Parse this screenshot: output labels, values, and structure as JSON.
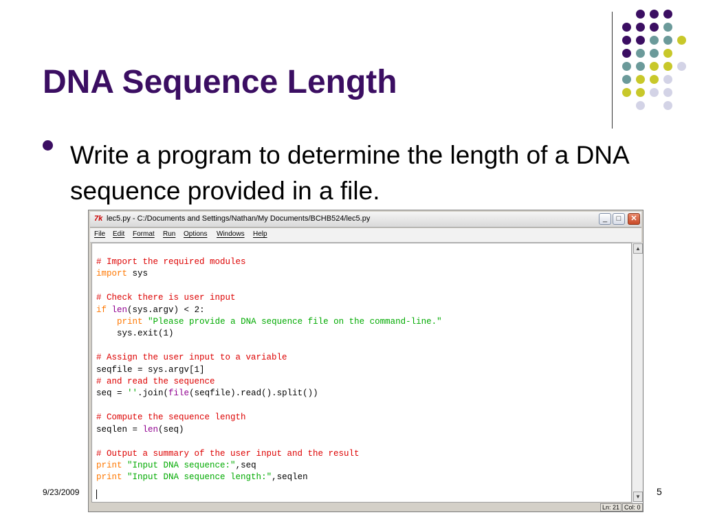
{
  "slide": {
    "title": "DNA Sequence Length",
    "bullet": "Write a program to determine the length of a DNA sequence provided in a file.",
    "footer_date": "9/23/2009",
    "page_number": "5",
    "colors": {
      "title": "#3b0e62",
      "dot_purple": "#3b0e62",
      "dot_teal": "#6b9a9a",
      "dot_yellow": "#c8c82a",
      "dot_lavender": "#d3d3e6"
    }
  },
  "window": {
    "icon": "tk-icon",
    "title": "lec5.py - C:/Documents and Settings/Nathan/My Documents/BCHB524/lec5.py",
    "controls": {
      "minimize": "_",
      "maximize": "□",
      "close": "✕"
    },
    "menu": [
      "File",
      "Edit",
      "Format",
      "Run",
      "Options",
      "Windows",
      "Help"
    ],
    "status": {
      "line": "Ln: 21",
      "col": "Col: 0"
    },
    "scroll_icons": {
      "up": "▲",
      "down": "▼"
    }
  },
  "code_colors": {
    "comment": "#dd0000",
    "keyword": "#ff7700",
    "builtin": "#900090",
    "string": "#00aa00",
    "default": "#000000"
  },
  "code_lines": [
    [
      {
        "t": "# Import the required modules",
        "c": "comment"
      }
    ],
    [
      {
        "t": "import",
        "c": "keyword"
      },
      {
        "t": " sys",
        "c": "default"
      }
    ],
    [],
    [
      {
        "t": "# Check there is user input",
        "c": "comment"
      }
    ],
    [
      {
        "t": "if",
        "c": "keyword"
      },
      {
        "t": " ",
        "c": "default"
      },
      {
        "t": "len",
        "c": "builtin"
      },
      {
        "t": "(sys.argv) < 2:",
        "c": "default"
      }
    ],
    [
      {
        "t": "    ",
        "c": "default"
      },
      {
        "t": "print",
        "c": "keyword"
      },
      {
        "t": " ",
        "c": "default"
      },
      {
        "t": "\"Please provide a DNA sequence file on the command-line.\"",
        "c": "string"
      }
    ],
    [
      {
        "t": "    sys.exit(1)",
        "c": "default"
      }
    ],
    [],
    [
      {
        "t": "# Assign the user input to a variable",
        "c": "comment"
      }
    ],
    [
      {
        "t": "seqfile = sys.argv[1]",
        "c": "default"
      }
    ],
    [
      {
        "t": "# and read the sequence",
        "c": "comment"
      }
    ],
    [
      {
        "t": "seq = ",
        "c": "default"
      },
      {
        "t": "''",
        "c": "string"
      },
      {
        "t": ".join(",
        "c": "default"
      },
      {
        "t": "file",
        "c": "builtin"
      },
      {
        "t": "(seqfile).read().split())",
        "c": "default"
      }
    ],
    [],
    [
      {
        "t": "# Compute the sequence length",
        "c": "comment"
      }
    ],
    [
      {
        "t": "seqlen = ",
        "c": "default"
      },
      {
        "t": "len",
        "c": "builtin"
      },
      {
        "t": "(seq)",
        "c": "default"
      }
    ],
    [],
    [
      {
        "t": "# Output a summary of the user input and the result",
        "c": "comment"
      }
    ],
    [
      {
        "t": "print",
        "c": "keyword"
      },
      {
        "t": " ",
        "c": "default"
      },
      {
        "t": "\"Input DNA sequence:\"",
        "c": "string"
      },
      {
        "t": ",seq",
        "c": "default"
      }
    ],
    [
      {
        "t": "print",
        "c": "keyword"
      },
      {
        "t": " ",
        "c": "default"
      },
      {
        "t": "\"Input DNA sequence length:\"",
        "c": "string"
      },
      {
        "t": ",seqlen",
        "c": "default"
      }
    ]
  ]
}
